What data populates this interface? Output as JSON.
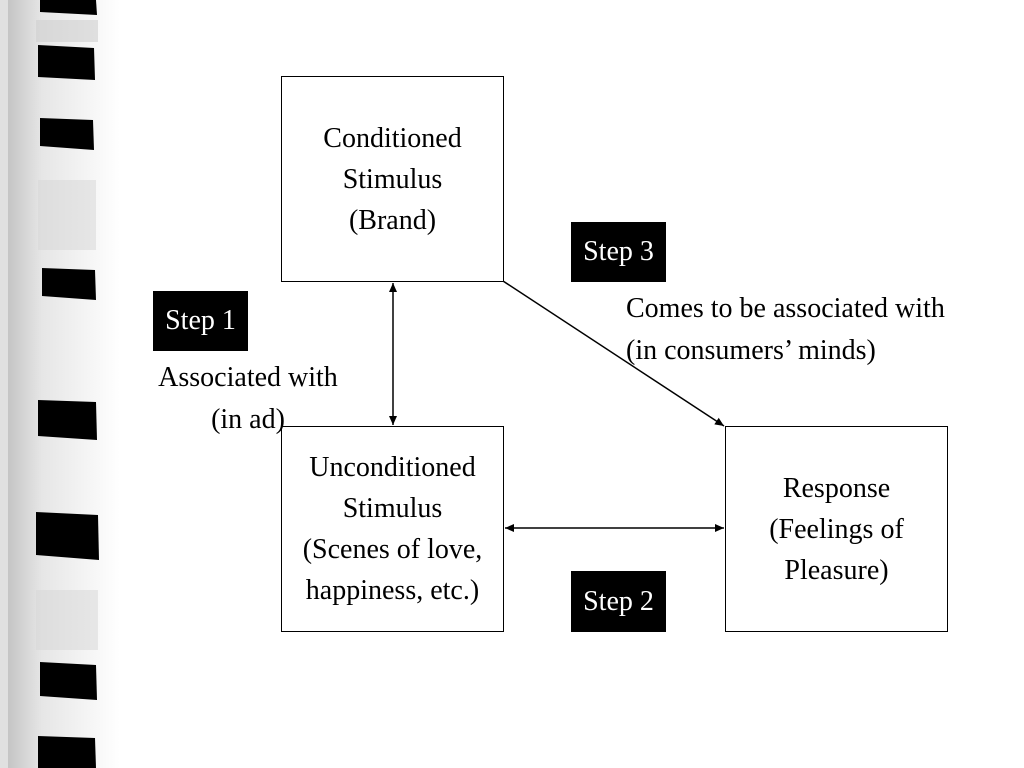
{
  "boxes": {
    "conditioned": "Conditioned\nStimulus\n(Brand)",
    "unconditioned": "Unconditioned\nStimulus\n(Scenes of love,\nhappiness, etc.)",
    "response": "Response\n(Feelings of\nPleasure)"
  },
  "steps": {
    "step1": "Step 1",
    "step2": "Step 2",
    "step3": "Step 3"
  },
  "labels": {
    "associated_with": "Associated with\n(in ad)",
    "comes_to_be": "Comes to be associated with\n(in consumers’ minds)"
  }
}
